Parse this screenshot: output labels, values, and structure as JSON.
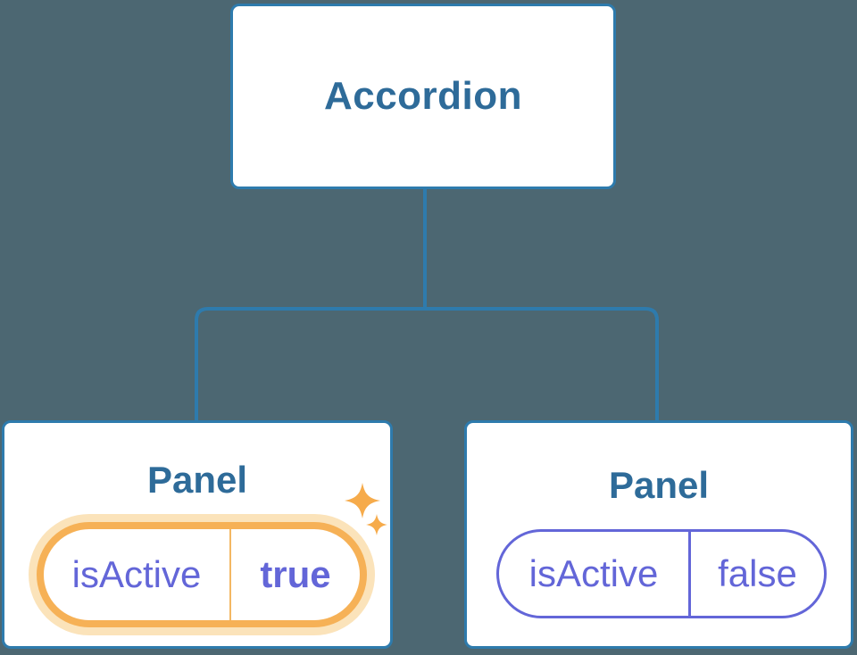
{
  "colors": {
    "background": "#4c6772",
    "node_border_blue": "#2e7bad",
    "node_text_blue": "#2e6b99",
    "state_text_purple": "#6366d8",
    "highlight_orange": "#f6b156",
    "highlight_glow": "#fbe3ba",
    "sparkle_orange": "#f6ab4b"
  },
  "tree": {
    "root": {
      "label": "Accordion"
    },
    "children": [
      {
        "title": "Panel",
        "state": {
          "name": "isActive",
          "value": "true"
        },
        "highlighted": true
      },
      {
        "title": "Panel",
        "state": {
          "name": "isActive",
          "value": "false"
        },
        "highlighted": false
      }
    ]
  }
}
